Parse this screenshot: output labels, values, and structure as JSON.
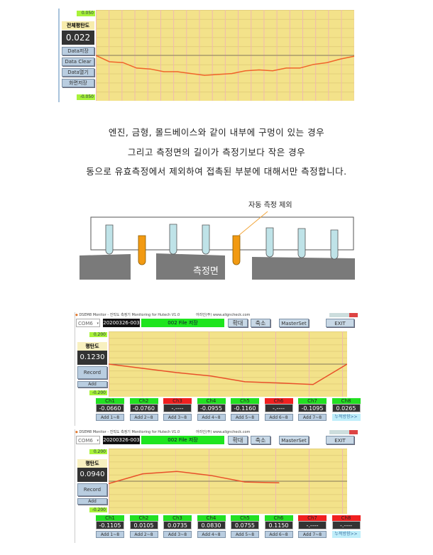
{
  "top_chart": {
    "max_label": "0.050",
    "min_label": "-0.050",
    "flatness_label": "전체평탄도",
    "flatness_value": "0.022",
    "buttons": [
      "Data저장",
      "Data Clear",
      "Data열기",
      "화면저장"
    ],
    "line_color": "#f0642a",
    "ylim": [
      -0.05,
      0.05
    ],
    "values": [
      0,
      -0.007,
      -0.008,
      -0.014,
      -0.015,
      -0.018,
      -0.018,
      -0.02,
      -0.022,
      -0.021,
      -0.02,
      -0.017,
      -0.016,
      -0.017,
      -0.014,
      -0.014,
      -0.01,
      -0.008,
      -0.004,
      -0.001
    ]
  },
  "paragraph": [
    "엔진, 금형, 몰드베이스와 같이 내부에 구멍이 있는 경우",
    "그리고 측정면의 길이가 측정기보다 작은 경우",
    "동으로 유효측정에서 제외하여 접촉된 부분에 대해서만 측정합니다."
  ],
  "diagram": {
    "callout": "자동 측정 제외",
    "surface_label": "측정면",
    "probe_color": "#bfe3e8",
    "excluded_color": "#f29a12",
    "surface_color": "#7a7a7a"
  },
  "windows": [
    {
      "title": "DSEM8 Monitor - 진직도 측정기 Monitoring for Hutech V1.0",
      "company": "어라인(주)  www.aligncheck.com",
      "port": "COM6",
      "file_id": "20200326-003",
      "file_status": "002  File 저장",
      "zoom_in": "확대",
      "zoom_out": "축소",
      "master_set": "MasterSet",
      "exit": "EXIT",
      "max_label": "0.200",
      "min_label": "-0.200",
      "flatness_label": "평탄도",
      "flatness_value": "0.1230",
      "record": "Record",
      "add": "Add",
      "ylim": [
        -0.2,
        0.2
      ],
      "line": [
        0,
        -0.026,
        -0.052,
        -0.073,
        -0.108,
        -0.116,
        -0.125,
        0
      ],
      "channels": [
        {
          "name": "Ch1",
          "value": "-0.0660",
          "add": "Add 1~8",
          "ok": true
        },
        {
          "name": "Ch2",
          "value": "-0.0760",
          "add": "Add 2~8",
          "ok": true
        },
        {
          "name": "Ch3",
          "value": "-.----",
          "add": "Add 3~8",
          "ok": false
        },
        {
          "name": "Ch4",
          "value": "-0.0955",
          "add": "Add 4~8",
          "ok": true
        },
        {
          "name": "Ch5",
          "value": "-0.1160",
          "add": "Add 5~8",
          "ok": true
        },
        {
          "name": "Ch6",
          "value": "-.----",
          "add": "Add 6~8",
          "ok": false
        },
        {
          "name": "Ch7",
          "value": "-0.1095",
          "add": "Add 7~8",
          "ok": true
        },
        {
          "name": "Ch8",
          "value": "0.0265",
          "add": "누적방향>>",
          "ok": true
        }
      ]
    },
    {
      "title": "DSEM8 Monitor - 진직도 측정기 Monitoring for Hutech V1.0",
      "company": "어라인(주)  www.aligncheck.com",
      "port": "COM6",
      "file_id": "20200326-003",
      "file_status": "002  File 저장",
      "zoom_in": "확대",
      "zoom_out": "축소",
      "master_set": "MasterSet",
      "exit": "EXIT",
      "max_label": "0.200",
      "min_label": "-0.200",
      "flatness_label": "평탄도",
      "flatness_value": "0.0940",
      "record": "Record",
      "add": "Add",
      "ylim": [
        -0.2,
        0.2
      ],
      "line": [
        -0.015,
        0.045,
        0.06,
        0.035,
        -0.005,
        -0.01
      ],
      "channels": [
        {
          "name": "Ch1",
          "value": "-0.1105",
          "add": "Add 1~8",
          "ok": true
        },
        {
          "name": "Ch2",
          "value": "0.0105",
          "add": "Add 2~8",
          "ok": true
        },
        {
          "name": "Ch3",
          "value": "0.0735",
          "add": "Add 3~8",
          "ok": true
        },
        {
          "name": "Ch4",
          "value": "0.0830",
          "add": "Add 4~8",
          "ok": true
        },
        {
          "name": "Ch5",
          "value": "0.0755",
          "add": "Add 5~8",
          "ok": true
        },
        {
          "name": "Ch6",
          "value": "0.1150",
          "add": "Add 6~8",
          "ok": true
        },
        {
          "name": "Ch7",
          "value": "-.----",
          "add": "Add 7~8",
          "ok": false
        },
        {
          "name": "Ch8",
          "value": "-.----",
          "add": "누적방향>>",
          "ok": false
        }
      ]
    }
  ]
}
